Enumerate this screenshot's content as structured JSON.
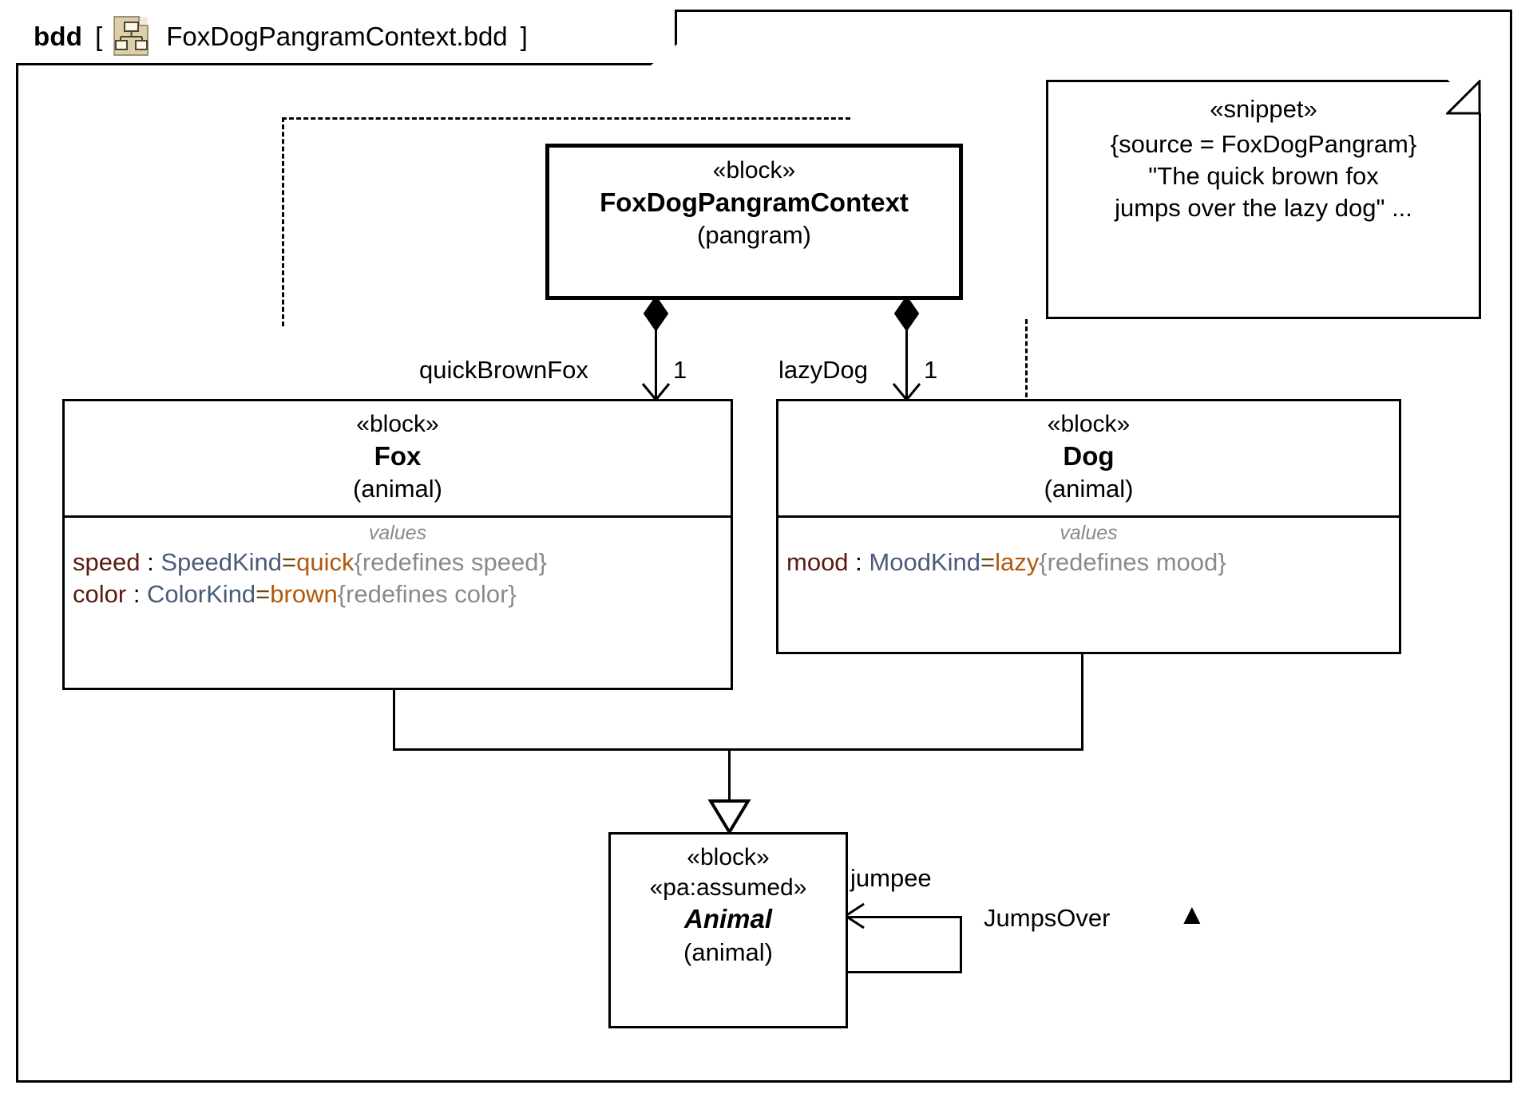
{
  "diagram": {
    "kind": "bdd",
    "bracket_open": "[",
    "bracket_close": "]",
    "icon_name": "bdd-diagram-icon",
    "title": "FoxDogPangramContext.bdd"
  },
  "blocks": {
    "context": {
      "stereotype": "«block»",
      "name": "FoxDogPangramContext",
      "qualifier": "(pangram)"
    },
    "fox": {
      "stereotype": "«block»",
      "name": "Fox",
      "qualifier": "(animal)",
      "compartment_title": "values",
      "properties": [
        {
          "name": "speed",
          "colon": " : ",
          "type": "SpeedKind",
          "eq": "=",
          "value": "quick",
          "redefines": "{redefines speed}"
        },
        {
          "name": "color",
          "colon": " : ",
          "type": "ColorKind",
          "eq": "=",
          "value": "brown",
          "redefines": "{redefines color}"
        }
      ]
    },
    "dog": {
      "stereotype": "«block»",
      "name": "Dog",
      "qualifier": "(animal)",
      "compartment_title": "values",
      "properties": [
        {
          "name": "mood",
          "colon": " : ",
          "type": "MoodKind",
          "eq": "=",
          "value": "lazy",
          "redefines": "{redefines mood}"
        }
      ]
    },
    "animal": {
      "stereotype": "«block»",
      "stereotype2": "«pa:assumed»",
      "name": "Animal",
      "qualifier": "(animal)"
    }
  },
  "note": {
    "stereotype": "«snippet»",
    "source_line": "{source = FoxDogPangram}",
    "text_line1": "\"The quick brown fox",
    "text_line2": "jumps over the lazy dog\" ..."
  },
  "edges": {
    "quick_brown_fox": {
      "role": "quickBrownFox",
      "multiplicity": "1"
    },
    "lazy_dog": {
      "role": "lazyDog",
      "multiplicity": "1"
    },
    "jumps_over": {
      "role": "jumpee",
      "name": "JumpsOver",
      "direction_marker": "▲"
    }
  },
  "colors": {
    "icon_fill": "#ddd0a8",
    "icon_stroke": "#9a9180",
    "property_name": "#5a1a12",
    "property_type": "#4a5b7a",
    "property_value": "#b3570a",
    "property_redefines": "#8a8a8a",
    "compartment_title": "#8a8a8a",
    "line": "#000000"
  }
}
